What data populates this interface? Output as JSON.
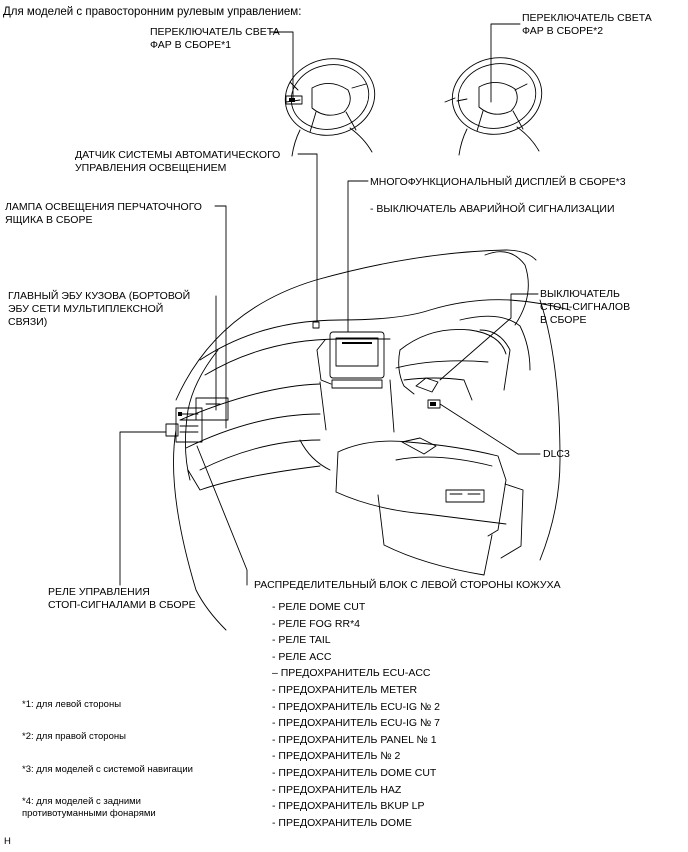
{
  "header": "Для моделей с правосторонним рулевым управлением:",
  "labels": {
    "hl_switch_1": [
      "ПЕРЕКЛЮЧАТЕЛЬ СВЕТА",
      "ФАР В СБОРЕ*1"
    ],
    "hl_switch_2": [
      "ПЕРЕКЛЮЧАТЕЛЬ СВЕТА",
      "ФАР В СБОРЕ*2"
    ],
    "light_sensor": [
      "ДАТЧИК СИСТЕМЫ АВТОМАТИЧЕСКОГО",
      "УПРАВЛЕНИЯ ОСВЕЩЕНИЕМ"
    ],
    "multi_display": "МНОГОФУНКЦИОНАЛЬНЫЙ ДИСПЛЕЙ В СБОРЕ*3",
    "hazard_switch": "- ВЫКЛЮЧАТЕЛЬ АВАРИЙНОЙ СИГНАЛИЗАЦИИ",
    "glovebox_lamp": [
      "ЛАМПА ОСВЕЩЕНИЯ ПЕРЧАТОЧНОГО",
      "ЯЩИКА В СБОРЕ"
    ],
    "main_body_ecu": [
      "ГЛАВНЫЙ ЭБУ КУЗОВА (БОРТОВОЙ",
      "ЭБУ СЕТИ МУЛЬТИПЛЕКСНОЙ",
      "СВЯЗИ)"
    ],
    "stop_lamp_switch": [
      "ВЫКЛЮЧАТЕЛЬ",
      "СТОП-СИГНАЛОВ",
      "В СБОРЕ"
    ],
    "dlc3": "DLC3",
    "stop_lamp_relay": [
      "РЕЛЕ УПРАВЛЕНИЯ",
      "СТОП-СИГНАЛАМИ В СБОРЕ"
    ],
    "junction_block": "РАСПРЕДЕЛИТЕЛЬНЫЙ БЛОК С ЛЕВОЙ СТОРОНЫ КОЖУХА"
  },
  "junction_items": [
    "- РЕЛЕ DOME CUT",
    "- РЕЛЕ FOG RR*4",
    "- РЕЛЕ TAIL",
    "- РЕЛЕ ACC",
    "– ПРЕДОХРАНИТЕЛЬ ECU-ACC",
    "- ПРЕДОХРАНИТЕЛЬ METER",
    "- ПРЕДОХРАНИТЕЛЬ ECU-IG № 2",
    "- ПРЕДОХРАНИТЕЛЬ ECU-IG № 7",
    "- ПРЕДОХРАНИТЕЛЬ PANEL № 1",
    "- ПРЕДОХРАНИТЕЛЬ № 2",
    "- ПРЕДОХРАНИТЕЛЬ DOME CUT",
    "- ПРЕДОХРАНИТЕЛЬ HAZ",
    "- ПРЕДОХРАНИТЕЛЬ BKUP LP",
    "- ПРЕДОХРАНИТЕЛЬ DOME"
  ],
  "footnotes": [
    "*1: для левой стороны",
    "*2: для правой стороны",
    "*3: для моделей с системой навигации",
    "*4: для моделей с задними",
    "противотуманными фонарями"
  ],
  "corner_mark": "H"
}
